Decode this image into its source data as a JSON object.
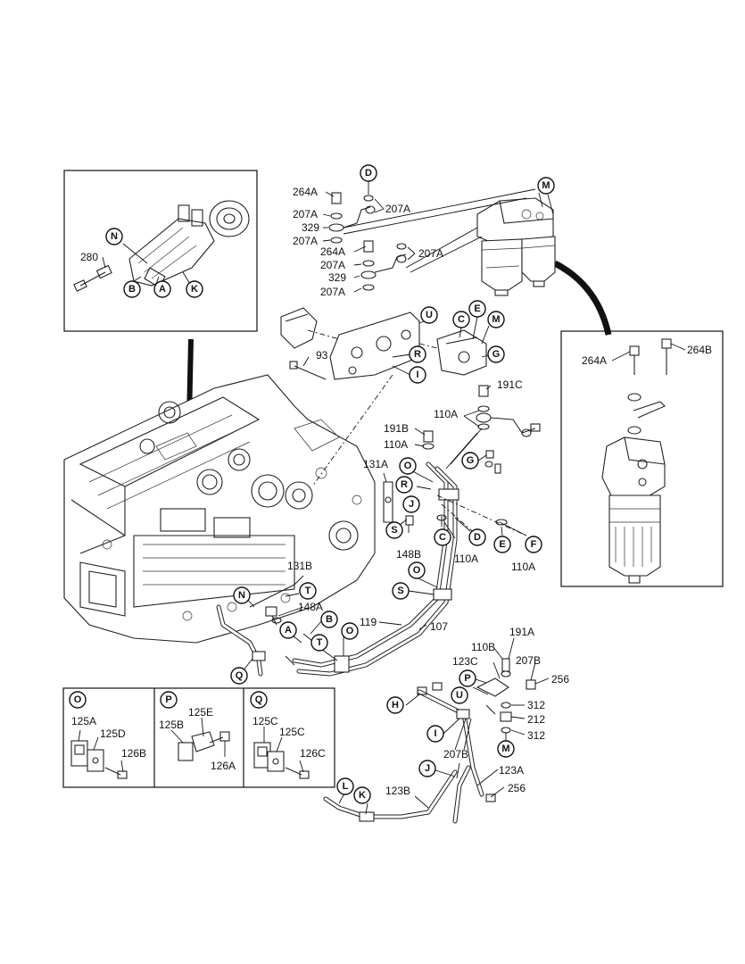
{
  "callouts": {
    "D_top": "D",
    "M_top": "M",
    "N_inset": "N",
    "B_inset": "B",
    "A_inset": "A",
    "K_inset": "K",
    "U": "U",
    "C_mid": "C",
    "E_mid": "E",
    "M_mid": "M",
    "G_mid": "G",
    "R_mid": "R",
    "I_mid": "I",
    "G_right": "G",
    "O_mid": "O",
    "R_low": "R",
    "J_mid": "J",
    "S_mid": "S",
    "C_low": "C",
    "D_low": "D",
    "E_low": "E",
    "F_low": "F",
    "O_pipe": "O",
    "S_pipe": "S",
    "T_mid": "T",
    "N_low": "N",
    "B_low": "B",
    "A_low": "A",
    "T_low": "T",
    "O_low": "O",
    "Q_low": "Q",
    "P_right": "P",
    "U_right": "U",
    "H_right": "H",
    "I_right": "I",
    "M_right": "M",
    "J_right": "J",
    "L_low": "L",
    "K_low": "K",
    "O_box": "O",
    "P_box": "P",
    "Q_box": "Q"
  },
  "labels": {
    "l264A_a": "264A",
    "l207A_a": "207A",
    "l207A_b": "207A",
    "l329_a": "329",
    "l207A_c": "207A",
    "l264A_b": "264A",
    "l207A_d": "207A",
    "l207A_e": "207A",
    "l329_b": "329",
    "l207A_f": "207A",
    "l280": "280",
    "l93": "93",
    "l191C": "191C",
    "l110A_a": "110A",
    "l191B": "191B",
    "l110A_b": "110A",
    "l131A": "131A",
    "l148B": "148B",
    "l110A_c": "110A",
    "l110A_d": "110A",
    "l131B": "131B",
    "l148A": "148A",
    "l119": "119",
    "l107": "107",
    "l264A_r": "264A",
    "l264B_r": "264B",
    "l191A": "191A",
    "l110B": "110B",
    "l123C": "123C",
    "l207B_a": "207B",
    "l256_a": "256",
    "l312_a": "312",
    "l212": "212",
    "l312_b": "312",
    "l207B_b": "207B",
    "l123A": "123A",
    "l123B": "123B",
    "l256_b": "256",
    "l125A": "125A",
    "l125D": "125D",
    "l126B": "126B",
    "l125B": "125B",
    "l125E": "125E",
    "l126A": "126A",
    "l125C_a": "125C",
    "l125C_b": "125C",
    "l126C": "126C"
  }
}
